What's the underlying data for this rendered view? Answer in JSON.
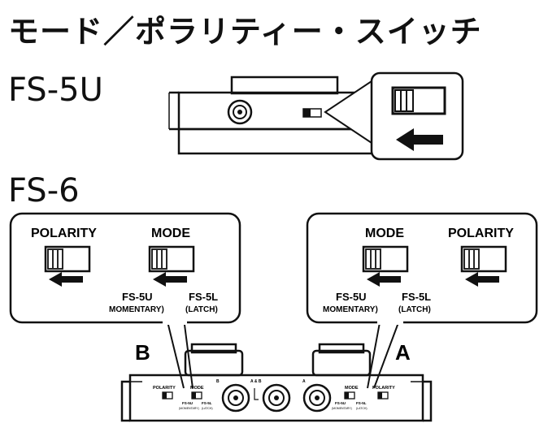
{
  "page": {
    "title": "モード／ポラリティー・スイッチ"
  },
  "models": {
    "fs5u": "FS-5U",
    "fs6": "FS-6"
  },
  "callout_left": {
    "polarity": "POLARITY",
    "mode": "MODE",
    "fs5u": "FS-5U",
    "fs5l": "FS-5L",
    "momentary": "MOMENTARY)",
    "latch": "(LATCH)"
  },
  "callout_right": {
    "mode": "MODE",
    "polarity": "POLARITY",
    "fs5u": "FS-5U",
    "fs5l": "FS-5L",
    "momentary": "MOMENTARY)",
    "latch": "(LATCH)"
  },
  "side_labels": {
    "b": "B",
    "a": "A"
  },
  "device_labels": {
    "polarity_left": "POLARITY",
    "mode_left": "MODE",
    "fs5u_left": "FS-5U",
    "fs5l_left": "FS-5L",
    "momentary_left": "(MOMENTARY)",
    "latch_left": "(LATCH)",
    "jack_b": "B",
    "jack_ab": "A & B",
    "jack_a": "A",
    "mode_right": "MODE",
    "polarity_right": "POLARITY",
    "fs5u_right": "FS-5U",
    "fs5l_right": "FS-5L",
    "momentary_right": "(MOMENTARY)",
    "latch_right": "(LATCH)"
  },
  "icons": {
    "arrow": "left-arrow-icon",
    "switch": "slide-switch-icon",
    "jack": "jack-icon"
  },
  "colors": {
    "line": "#111111",
    "background": "#ffffff"
  }
}
